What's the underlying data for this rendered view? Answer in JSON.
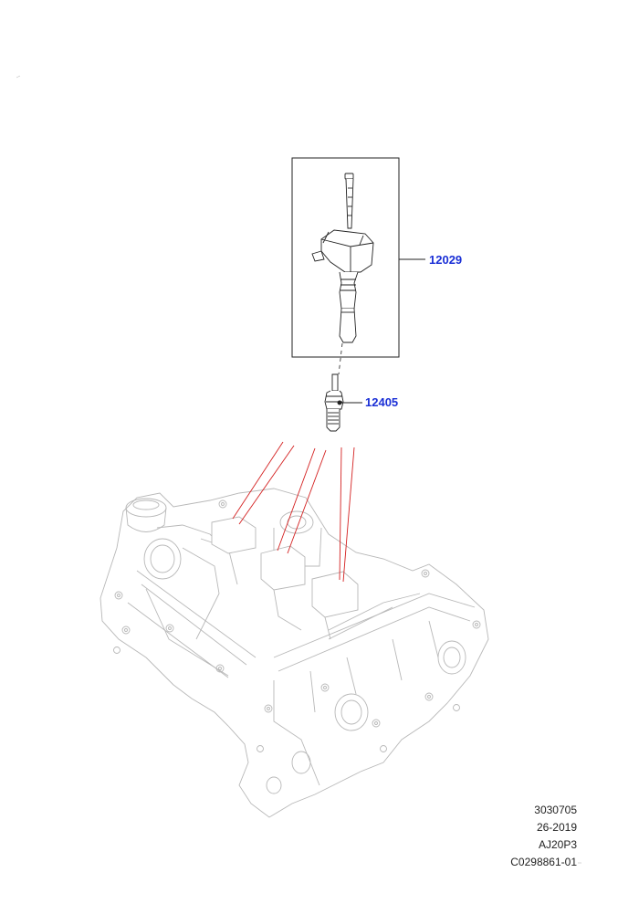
{
  "callouts": {
    "ignition_coil": {
      "label": "12029",
      "color": "#1a2fd6"
    },
    "spark_plug": {
      "label": "12405",
      "color": "#1a2fd6"
    }
  },
  "reference": {
    "line1": "3030705",
    "line2": "26-2019",
    "line3": "AJ20P3",
    "line4": "C0298861-01"
  },
  "colors": {
    "leader_lines": "#d42020",
    "outline": "#b8b8b8",
    "part_outline": "#222222"
  }
}
